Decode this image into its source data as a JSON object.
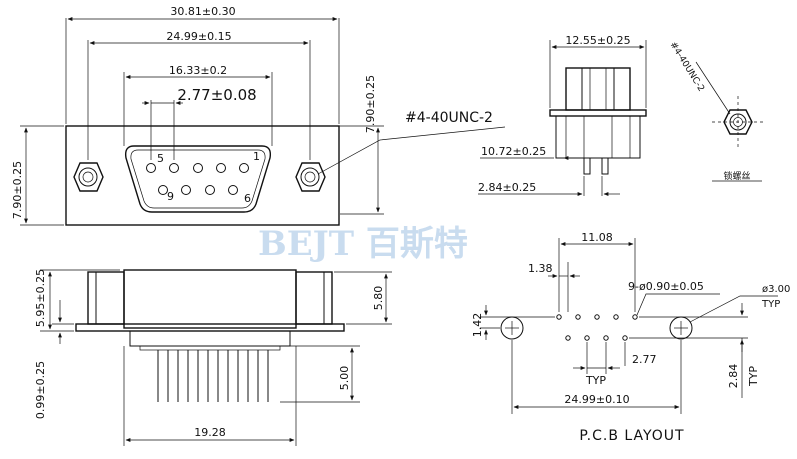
{
  "front_view": {
    "overall_width": "30.81±0.30",
    "mount_pitch": "24.99±0.15",
    "shell_width": "16.33±0.2",
    "pin_pitch": "2.77±0.08",
    "height_right": "7.90±0.25",
    "height_left": "7.90±0.25",
    "pin_label_5": "5",
    "pin_label_1": "1",
    "pin_label_9": "9",
    "pin_label_6": "6",
    "thread_callout": "#4-40UNC-2"
  },
  "side_view": {
    "width": "12.55±0.25",
    "depth": "10.72±0.25",
    "pin_offset": "2.84±0.25"
  },
  "nut_view": {
    "thread": "#4-40UNC-2",
    "caption": "锁螺丝"
  },
  "bottom_view": {
    "total_height": "5.95±0.25",
    "flange_height": "5.80",
    "pin_thickness": "0.99±0.25",
    "pin_length": "5.00",
    "body_width": "19.28"
  },
  "pcb_layout": {
    "row_span": "11.08",
    "pitch_small": "1.38",
    "hole_spec": "9-ø0.90±0.05",
    "mount_hole": "ø3.00",
    "typ_right": "TYP",
    "row_offset": "1.42",
    "pin_pitch": "2.77",
    "typ_bottom": "TYP",
    "row_spacing": "2.84",
    "typ_vertical": "TYP",
    "mount_pitch": "24.99±0.10",
    "title": "P.C.B LAYOUT"
  },
  "watermark": "BEJT 百斯特",
  "colors": {
    "line": "#111111",
    "watermark": "#c9dcef",
    "background": "#ffffff"
  }
}
